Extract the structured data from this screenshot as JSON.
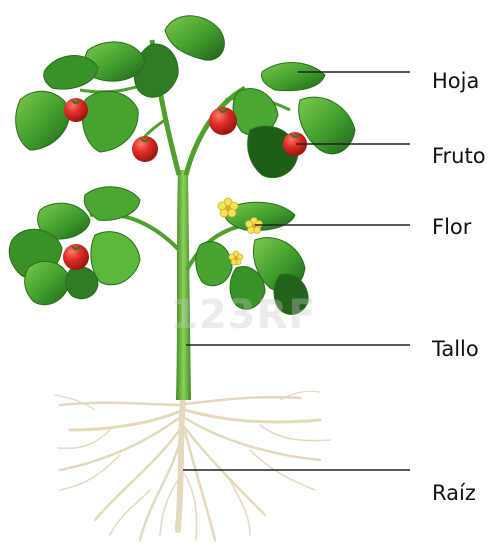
{
  "labels": {
    "leaf": "Hoja",
    "fruit": "Fruto",
    "flower": "Flor",
    "stem": "Tallo",
    "root": "Raíz"
  },
  "watermark": "123RF",
  "colors": {
    "leaf_fill": "#3f9d2c",
    "leaf_dark": "#23621a",
    "leaf_light": "#72c143",
    "stem": "#5aad34",
    "fruit": "#d92b22",
    "flower": "#f7e25a",
    "root": "#e6dcc1",
    "line": "#222222"
  }
}
